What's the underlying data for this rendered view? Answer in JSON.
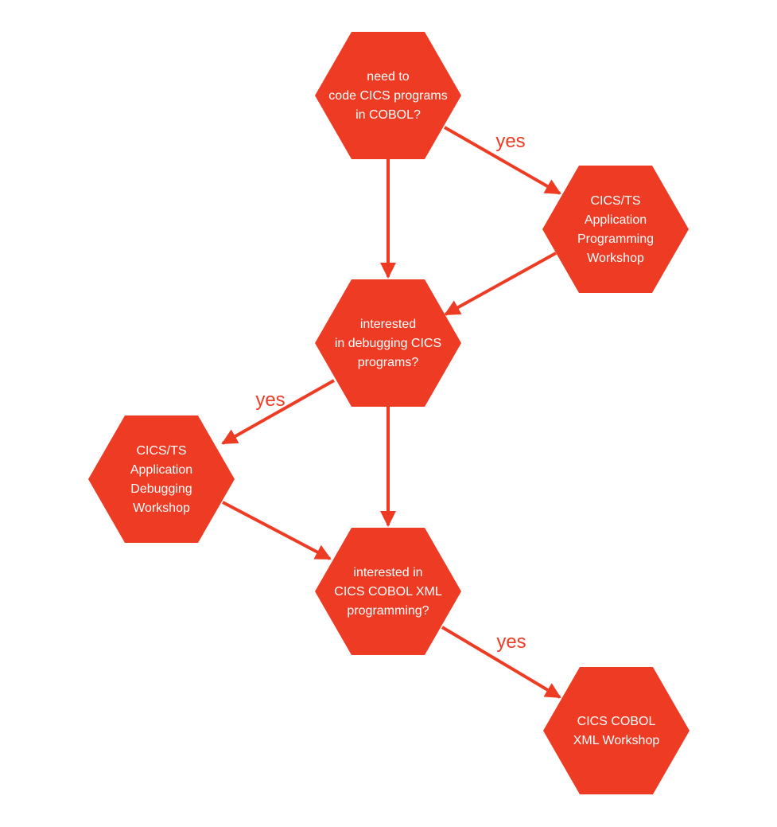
{
  "colors": {
    "accent": "#ee3b24",
    "text_on_node": "#ffffff",
    "background": "#ffffff"
  },
  "nodes": [
    {
      "id": "q-code-cics",
      "kind": "question",
      "lines": [
        "need to",
        "code CICS programs",
        "in COBOL?"
      ]
    },
    {
      "id": "w-app-programming",
      "kind": "workshop",
      "lines": [
        "CICS/TS",
        "Application",
        "Programming",
        "Workshop"
      ]
    },
    {
      "id": "q-debugging",
      "kind": "question",
      "lines": [
        "interested",
        "in debugging CICS",
        "programs?"
      ]
    },
    {
      "id": "w-app-debugging",
      "kind": "workshop",
      "lines": [
        "CICS/TS",
        "Application",
        "Debugging",
        "Workshop"
      ]
    },
    {
      "id": "q-xml",
      "kind": "question",
      "lines": [
        "interested in",
        "CICS COBOL XML",
        "programming?"
      ]
    },
    {
      "id": "w-xml",
      "kind": "workshop",
      "lines": [
        "CICS COBOL",
        "XML Workshop"
      ]
    }
  ],
  "edges": [
    {
      "from": "q-code-cics",
      "to": "w-app-programming",
      "label": "yes"
    },
    {
      "from": "q-code-cics",
      "to": "q-debugging",
      "label": ""
    },
    {
      "from": "w-app-programming",
      "to": "q-debugging",
      "label": ""
    },
    {
      "from": "q-debugging",
      "to": "w-app-debugging",
      "label": "yes"
    },
    {
      "from": "q-debugging",
      "to": "q-xml",
      "label": ""
    },
    {
      "from": "w-app-debugging",
      "to": "q-xml",
      "label": ""
    },
    {
      "from": "q-xml",
      "to": "w-xml",
      "label": "yes"
    }
  ]
}
